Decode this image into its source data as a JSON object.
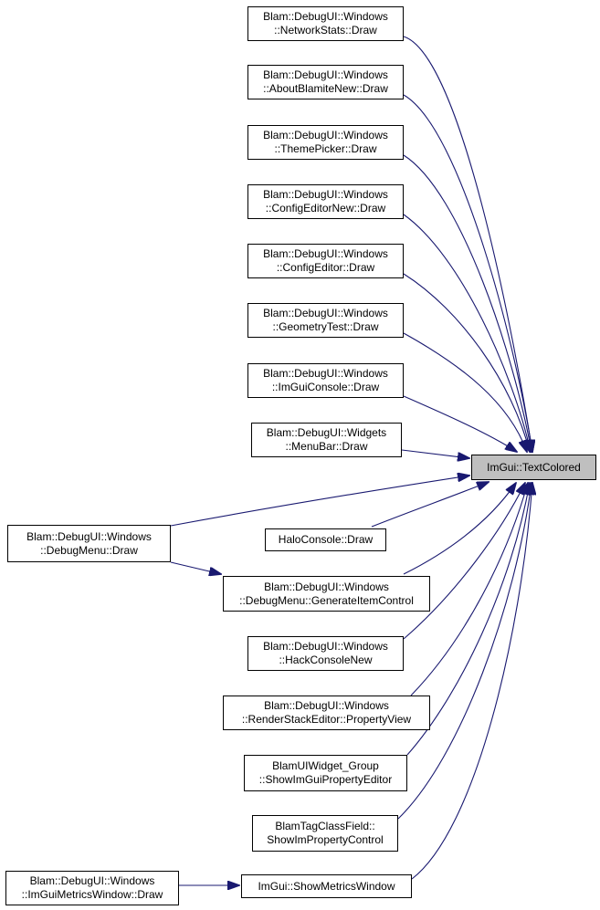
{
  "diagram": {
    "target": {
      "id": "target",
      "lines": [
        "ImGui::TextColored"
      ]
    },
    "nodes": [
      {
        "id": "n1",
        "lines": [
          "Blam::DebugUI::Windows",
          "::NetworkStats::Draw"
        ]
      },
      {
        "id": "n2",
        "lines": [
          "Blam::DebugUI::Windows",
          "::AboutBlamiteNew::Draw"
        ]
      },
      {
        "id": "n3",
        "lines": [
          "Blam::DebugUI::Windows",
          "::ThemePicker::Draw"
        ]
      },
      {
        "id": "n4",
        "lines": [
          "Blam::DebugUI::Windows",
          "::ConfigEditorNew::Draw"
        ]
      },
      {
        "id": "n5",
        "lines": [
          "Blam::DebugUI::Windows",
          "::ConfigEditor::Draw"
        ]
      },
      {
        "id": "n6",
        "lines": [
          "Blam::DebugUI::Windows",
          "::GeometryTest::Draw"
        ]
      },
      {
        "id": "n7",
        "lines": [
          "Blam::DebugUI::Windows",
          "::ImGuiConsole::Draw"
        ]
      },
      {
        "id": "n8",
        "lines": [
          "Blam::DebugUI::Widgets",
          "::MenuBar::Draw"
        ]
      },
      {
        "id": "n9",
        "lines": [
          "Blam::DebugUI::Windows",
          "::DebugMenu::Draw"
        ]
      },
      {
        "id": "n10",
        "lines": [
          "HaloConsole::Draw"
        ]
      },
      {
        "id": "n11",
        "lines": [
          "Blam::DebugUI::Windows",
          "::DebugMenu::GenerateItemControl"
        ]
      },
      {
        "id": "n12",
        "lines": [
          "Blam::DebugUI::Windows",
          "::HackConsoleNew"
        ]
      },
      {
        "id": "n13",
        "lines": [
          "Blam::DebugUI::Windows",
          "::RenderStackEditor::PropertyView"
        ]
      },
      {
        "id": "n14",
        "lines": [
          "BlamUIWidget_Group",
          "::ShowImGuiPropertyEditor"
        ]
      },
      {
        "id": "n15",
        "lines": [
          "BlamTagClassField::",
          "ShowImPropertyControl"
        ]
      },
      {
        "id": "n16",
        "lines": [
          "ImGui::ShowMetricsWindow"
        ]
      },
      {
        "id": "n17",
        "lines": [
          "Blam::DebugUI::Windows",
          "::ImGuiMetricsWindow::Draw"
        ]
      }
    ],
    "edges": [
      {
        "from": "n1",
        "to": "target"
      },
      {
        "from": "n2",
        "to": "target"
      },
      {
        "from": "n3",
        "to": "target"
      },
      {
        "from": "n4",
        "to": "target"
      },
      {
        "from": "n5",
        "to": "target"
      },
      {
        "from": "n6",
        "to": "target"
      },
      {
        "from": "n7",
        "to": "target"
      },
      {
        "from": "n8",
        "to": "target"
      },
      {
        "from": "n9",
        "to": "target"
      },
      {
        "from": "n10",
        "to": "target"
      },
      {
        "from": "n11",
        "to": "target"
      },
      {
        "from": "n12",
        "to": "target"
      },
      {
        "from": "n13",
        "to": "target"
      },
      {
        "from": "n14",
        "to": "target"
      },
      {
        "from": "n15",
        "to": "target"
      },
      {
        "from": "n16",
        "to": "target"
      },
      {
        "from": "n9",
        "to": "n11"
      },
      {
        "from": "n17",
        "to": "n16"
      }
    ],
    "colors": {
      "edge": "#191970",
      "node_border": "#000000",
      "target_fill": "#bfbfbf"
    }
  }
}
